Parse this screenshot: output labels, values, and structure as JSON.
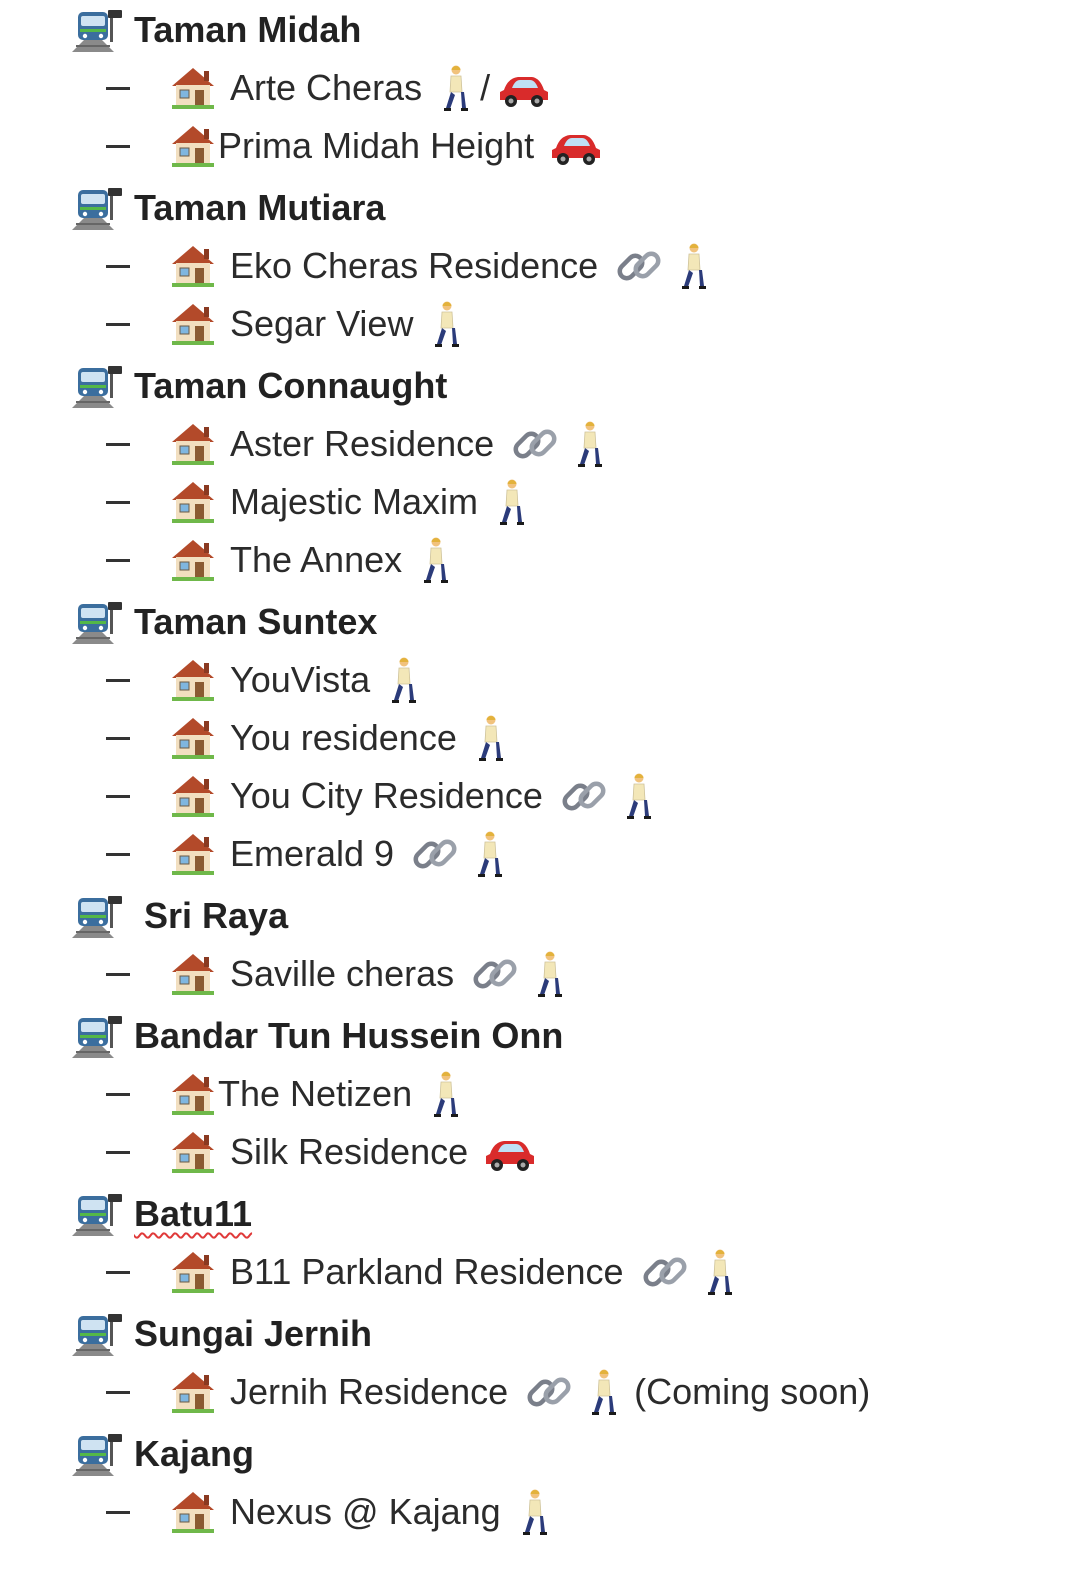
{
  "stations": [
    {
      "name": "Taman Midah",
      "items": [
        {
          "name": "Arte Cheras",
          "icons": [
            "walk",
            "slash",
            "car"
          ]
        },
        {
          "name": "Prima Midah Height",
          "icons": [
            "car"
          ],
          "tight": true
        }
      ]
    },
    {
      "name": "Taman Mutiara",
      "items": [
        {
          "name": "Eko Cheras Residence",
          "icons": [
            "link",
            "walk"
          ]
        },
        {
          "name": "Segar View",
          "icons": [
            "walk"
          ]
        }
      ]
    },
    {
      "name": "Taman Connaught",
      "items": [
        {
          "name": "Aster Residence",
          "icons": [
            "link",
            "walk"
          ]
        },
        {
          "name": "Majestic Maxim",
          "icons": [
            "walk"
          ]
        },
        {
          "name": "The Annex",
          "icons": [
            "walk"
          ]
        }
      ]
    },
    {
      "name": "Taman Suntex",
      "items": [
        {
          "name": "YouVista",
          "icons": [
            "walk"
          ]
        },
        {
          "name": "You residence",
          "icons": [
            "walk"
          ]
        },
        {
          "name": "You City Residence",
          "icons": [
            "link",
            "walk"
          ]
        },
        {
          "name": "Emerald 9",
          "icons": [
            "link",
            "walk"
          ]
        }
      ]
    },
    {
      "name": "Sri Raya",
      "spaced": true,
      "items": [
        {
          "name": "Saville cheras",
          "icons": [
            "link",
            "walk"
          ]
        }
      ]
    },
    {
      "name": "Bandar Tun Hussein Onn",
      "items": [
        {
          "name": "The Netizen",
          "icons": [
            "walk"
          ],
          "tight": true
        },
        {
          "name": "Silk Residence",
          "icons": [
            "car"
          ]
        }
      ]
    },
    {
      "name": "Batu11",
      "underline": true,
      "items": [
        {
          "name": "B11 Parkland Residence",
          "icons": [
            "link",
            "walk"
          ]
        }
      ]
    },
    {
      "name": "Sungai Jernih",
      "items": [
        {
          "name": "Jernih Residence",
          "icons": [
            "link",
            "walk"
          ],
          "note": "(Coming soon)"
        }
      ]
    },
    {
      "name": "Kajang",
      "items": [
        {
          "name": "Nexus @ Kajang",
          "icons": [
            "walk"
          ]
        }
      ]
    }
  ],
  "slash_text": "/",
  "icon_names": {
    "station": "train-station-icon",
    "house": "house-icon",
    "walk": "walking-person-icon",
    "car": "car-icon",
    "link": "link-icon"
  },
  "colors": {
    "car": "#d92b2b",
    "roof": "#b34a2a",
    "walk_shirt": "#f3e7b8",
    "walk_pants": "#2b3b7a",
    "link": "#7a7f8a"
  }
}
